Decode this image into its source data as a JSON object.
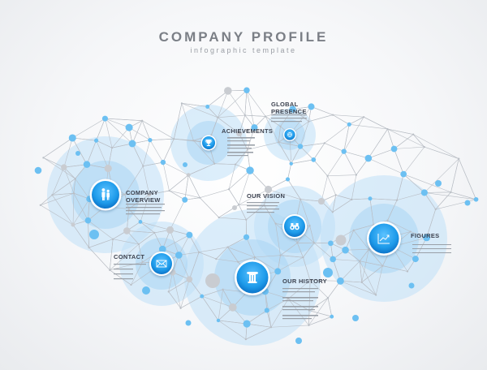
{
  "header": {
    "title": "COMPANY PROFILE",
    "subtitle": "infographic template"
  },
  "colors": {
    "accent": "#1e9bea",
    "accent_dark": "#0d6fc0",
    "halo": "#bfe0f7",
    "network_line": "#b9bec5",
    "network_dot_grey": "#c9ccd1",
    "network_dot_blue": "#6cc0f2",
    "text": "#3d4350"
  },
  "nodes": [
    {
      "id": "achievements",
      "label": "ACHIEVEMENTS",
      "icon": "trophy-icon"
    },
    {
      "id": "global-presence",
      "label": "GLOBAL\nPRESENCE",
      "icon": "globe-icon"
    },
    {
      "id": "company-overview",
      "label": "COMPANY\nOVERVIEW",
      "icon": "people-icon"
    },
    {
      "id": "our-vision",
      "label": "OUR VISION",
      "icon": "binoculars-icon"
    },
    {
      "id": "figures",
      "label": "FIGURES",
      "icon": "chart-icon"
    },
    {
      "id": "contact",
      "label": "CONTACT",
      "icon": "envelope-icon"
    },
    {
      "id": "our-history",
      "label": "OUR HISTORY",
      "icon": "column-icon"
    }
  ]
}
